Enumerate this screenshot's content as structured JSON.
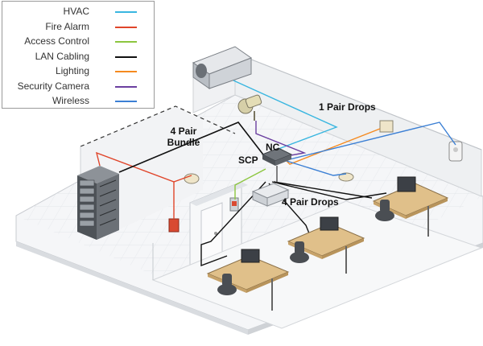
{
  "legend": {
    "items": [
      {
        "label": "HVAC",
        "color": "#39b6e0"
      },
      {
        "label": "Fire Alarm",
        "color": "#e0452a"
      },
      {
        "label": "Access Control",
        "color": "#8cc63f"
      },
      {
        "label": "LAN Cabling",
        "color": "#111111"
      },
      {
        "label": "Lighting",
        "color": "#f58a1f"
      },
      {
        "label": "Security Camera",
        "color": "#6b3fa0"
      },
      {
        "label": "Wireless",
        "color": "#3b7fd4"
      }
    ]
  },
  "labels": {
    "one_pair_drops": "1 Pair Drops",
    "four_pair_bundle_line1": "4 Pair",
    "four_pair_bundle_line2": "Bundle",
    "nc": "NC",
    "scp": "SCP",
    "four_pair_drops": "4 Pair Drops"
  }
}
